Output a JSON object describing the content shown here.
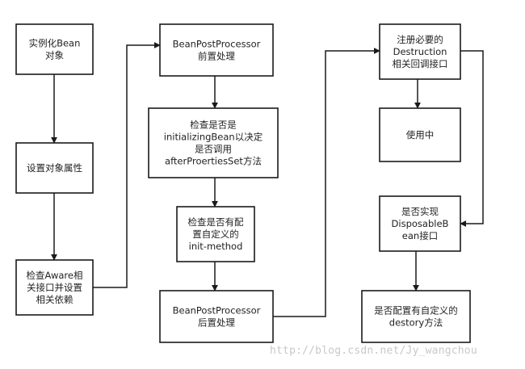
{
  "nodes": [
    {
      "id": "instantiate",
      "lines": [
        "实例化Bean",
        "对象"
      ]
    },
    {
      "id": "set-props",
      "lines": [
        "设置对象属性"
      ]
    },
    {
      "id": "aware",
      "lines": [
        "检查Aware相",
        "关接口并设置",
        "相关依赖"
      ]
    },
    {
      "id": "bpp-before",
      "lines": [
        "BeanPostProcessor",
        "前置处理"
      ]
    },
    {
      "id": "initializing-bean",
      "lines": [
        "检查是否是",
        "initializingBean以决定",
        "是否调用",
        "afterProertiesSet方法"
      ]
    },
    {
      "id": "init-method",
      "lines": [
        "检查是否有配",
        "置自定义的",
        "init-method"
      ]
    },
    {
      "id": "bpp-after",
      "lines": [
        "BeanPostProcessor",
        "后置处理"
      ]
    },
    {
      "id": "register-destruction",
      "lines": [
        "注册必要的",
        "Destruction",
        "相关回调接口"
      ]
    },
    {
      "id": "in-use",
      "lines": [
        "使用中"
      ]
    },
    {
      "id": "disposable-bean",
      "lines": [
        "是否实现",
        "DisposableB",
        "ean接口"
      ]
    },
    {
      "id": "destroy-method",
      "lines": [
        "是否配置有自定义的",
        "destory方法"
      ]
    }
  ],
  "edges": [
    {
      "from": "instantiate",
      "to": "set-props"
    },
    {
      "from": "set-props",
      "to": "aware"
    },
    {
      "from": "aware",
      "to": "bpp-before"
    },
    {
      "from": "bpp-before",
      "to": "initializing-bean"
    },
    {
      "from": "initializing-bean",
      "to": "init-method"
    },
    {
      "from": "init-method",
      "to": "bpp-after"
    },
    {
      "from": "bpp-after",
      "to": "register-destruction"
    },
    {
      "from": "register-destruction",
      "to": "in-use"
    },
    {
      "from": "register-destruction",
      "to": "disposable-bean"
    },
    {
      "from": "disposable-bean",
      "to": "destroy-method"
    }
  ],
  "watermark": "http://blog.csdn.net/Jy_wangchou"
}
